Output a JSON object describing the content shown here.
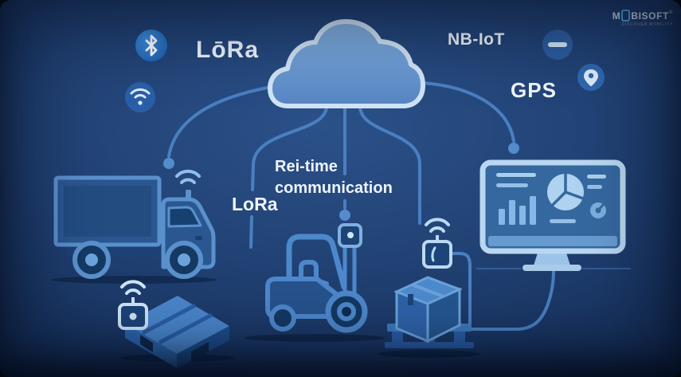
{
  "scene": {
    "labels": {
      "lora_top": "LōRa",
      "nb_iot": "NB-IoT",
      "gps": "GPS",
      "lora_mid": "LoRa",
      "realtime": "Rei-time\ncommunication"
    },
    "logo": {
      "brand_prefix": "M",
      "brand_suffix": "BISOFT",
      "reg_mark": "®",
      "tagline": "DISCOVER MOBILITY"
    },
    "icons": [
      "bluetooth-icon",
      "wifi-icon",
      "minus-icon",
      "location-pin-icon",
      "cloud-icon",
      "truck-icon",
      "pallet-sensor-icon",
      "forklift-icon",
      "package-sensor-icon",
      "dashboard-monitor-icon"
    ],
    "colors": {
      "background_center": "#2b5189",
      "background_edge": "#091a33",
      "cloud_fill_top": "#85b4e4",
      "cloud_fill_bottom": "#5584c2",
      "cloud_outline": "#cfe3f4",
      "connector_line": "#4a7fc0",
      "device_fill": "#2a578f",
      "device_outline": "#5a90cc",
      "badge_blue": "#2c5b9d",
      "bluetooth_badge": "#2e7fd6",
      "pin_badge": "#2f66ac",
      "monitor_frame": "#b9d7f0",
      "screen": "#35689f",
      "screen_accent": "#a9cfee",
      "text": "#eef5fc"
    }
  }
}
